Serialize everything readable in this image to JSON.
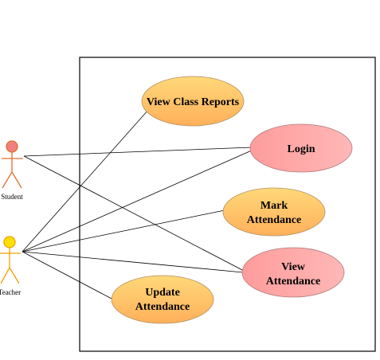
{
  "diagram": {
    "type": "use-case",
    "actors": [
      {
        "id": "student",
        "label": "Student",
        "color": "red"
      },
      {
        "id": "teacher",
        "label": "Teacher",
        "color": "yellow"
      }
    ],
    "use_cases": [
      {
        "id": "view-class-reports",
        "lines": [
          "View Class Reports"
        ],
        "style": "orange"
      },
      {
        "id": "login",
        "lines": [
          "Login"
        ],
        "style": "pink"
      },
      {
        "id": "mark-attendance",
        "lines": [
          "Mark",
          "Attendance"
        ],
        "style": "orange"
      },
      {
        "id": "view-attendance",
        "lines": [
          "View",
          "Attendance"
        ],
        "style": "pink"
      },
      {
        "id": "update-attendance",
        "lines": [
          "Update",
          "Attendance"
        ],
        "style": "orange"
      }
    ],
    "associations": [
      {
        "from": "student",
        "to": "login"
      },
      {
        "from": "student",
        "to": "view-attendance"
      },
      {
        "from": "teacher",
        "to": "view-class-reports"
      },
      {
        "from": "teacher",
        "to": "login"
      },
      {
        "from": "teacher",
        "to": "mark-attendance"
      },
      {
        "from": "teacher",
        "to": "view-attendance"
      },
      {
        "from": "teacher",
        "to": "update-attendance"
      }
    ]
  },
  "colors": {
    "orange_top": "#ffd87a",
    "orange_bottom": "#ffb05a",
    "orange_stroke": "#b09060",
    "pink_top": "#ffb7b7",
    "pink_bottom": "#ff9c9c",
    "pink_stroke": "#b07a7a",
    "student_fill": "#f07f7f",
    "student_stroke": "#e07030",
    "teacher_fill": "#ffe000",
    "teacher_stroke": "#f0a000",
    "line": "#000000",
    "boundary": "#000000"
  }
}
